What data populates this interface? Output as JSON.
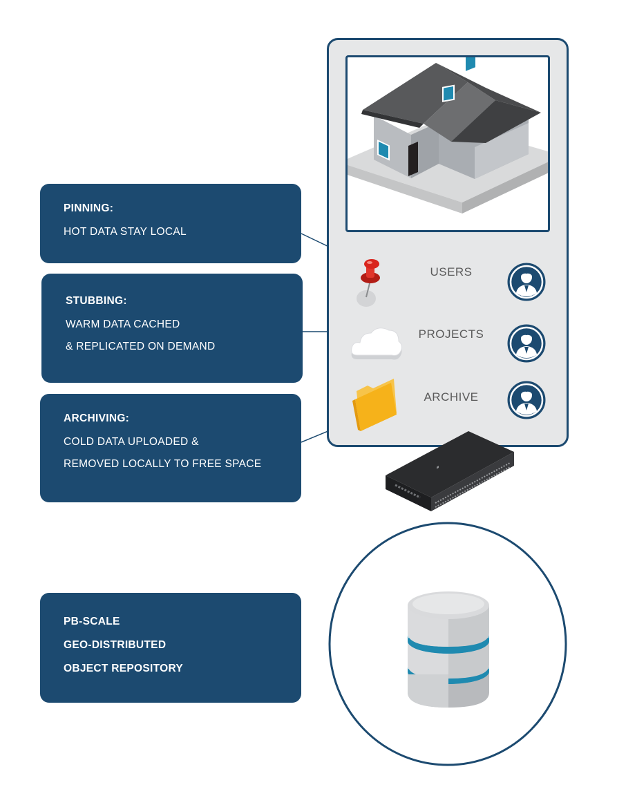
{
  "callouts": {
    "pinning": {
      "title": "PINNING:",
      "lines": [
        "HOT DATA STAY LOCAL"
      ]
    },
    "stubbing": {
      "title": "STUBBING:",
      "lines": [
        "WARM DATA CACHED",
        "& REPLICATED ON DEMAND"
      ]
    },
    "archiving": {
      "title": "ARCHIVING:",
      "lines": [
        "COLD DATA UPLOADED &",
        "REMOVED LOCALLY TO FREE SPACE"
      ]
    },
    "repository": {
      "lines": [
        "PB-SCALE",
        "GEO-DISTRIBUTED",
        "OBJECT REPOSITORY"
      ]
    }
  },
  "rows": [
    {
      "label": "USERS",
      "icon": "pushpin-icon"
    },
    {
      "label": "PROJECTS",
      "icon": "cloud-icon"
    },
    {
      "label": "ARCHIVE",
      "icon": "folder-icon"
    }
  ],
  "colors": {
    "navy": "#1c4a70",
    "panel": "#e6e7e8",
    "accent_blue": "#1f8ab0",
    "pin_red": "#d9251d",
    "folder_yellow": "#f6b21a"
  }
}
